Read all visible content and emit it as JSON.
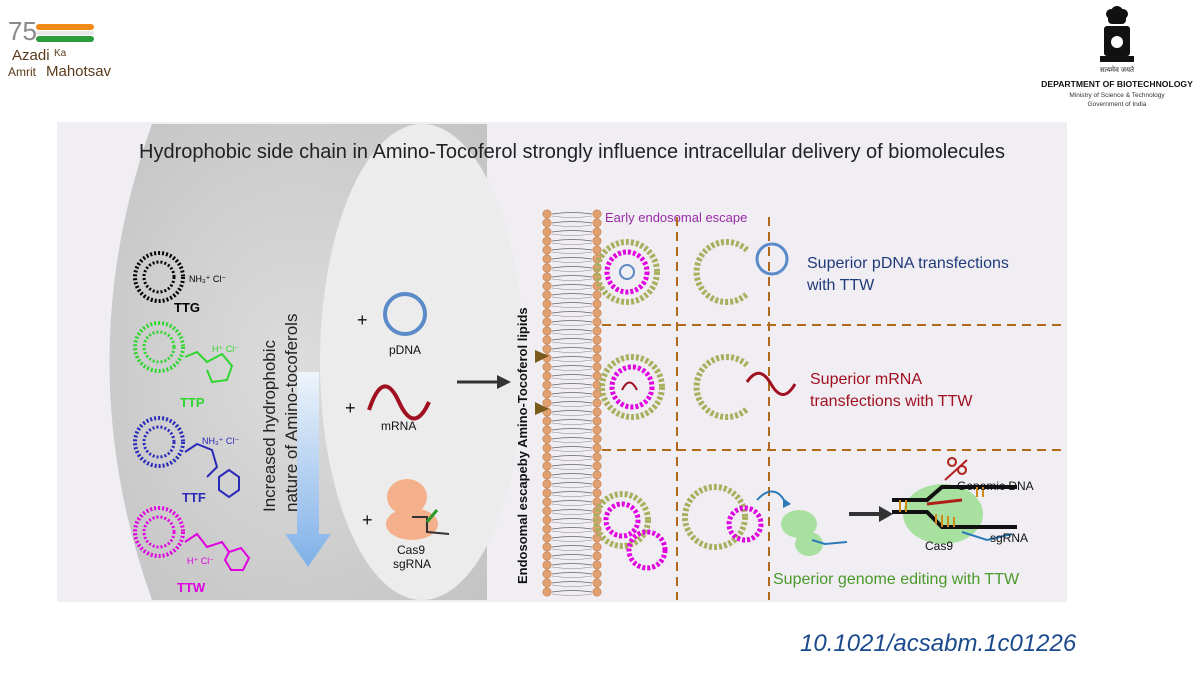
{
  "logos": {
    "akam": {
      "number": "75",
      "line1": "Azadi",
      "ka": "Ka",
      "amrit": "Amrit",
      "mahotsav": "Mahotsav"
    },
    "dbt": {
      "motto": "सत्यमेव जयते",
      "title": "DEPARTMENT OF BIOTECHNOLOGY",
      "ministry": "Ministry of Science & Technology",
      "government": "Government of India"
    }
  },
  "figure": {
    "title": "Hydrophobic side chain in Amino-Tocoferol strongly influence intracellular delivery of biomolecules",
    "lipids": [
      {
        "name": "TTG",
        "color": "#000000"
      },
      {
        "name": "TTP",
        "color": "#2fd62f"
      },
      {
        "name": "TTF",
        "color": "#2a2ab8"
      },
      {
        "name": "TTW",
        "color": "#e000e0"
      }
    ],
    "gradient_label_1": "Increased hydrophobic",
    "gradient_label_2": "nature of Amino-tocoferols",
    "cargo": {
      "pdna": "pDNA",
      "mrna": "mRNA",
      "cas9": "Cas9",
      "sgrna": "sgRNA",
      "plus": "+"
    },
    "membrane_label": "Endosomal escapeby Amino-Tocoferol lipids",
    "early_escape": "Early endosomal escape",
    "outcome_pdna_1": "Superior pDNA transfections",
    "outcome_pdna_2": "with TTW",
    "outcome_mrna_1": "Superior mRNA",
    "outcome_mrna_2": "transfections with TTW",
    "outcome_genome": "Superior genome editing with TTW",
    "genomic_dna": "Genomic DNA",
    "colors": {
      "pdna_text": "#1f3a7a",
      "mrna_text": "#a01020",
      "genome_text": "#4a9a2a",
      "escape_text": "#9a2aa8",
      "dash": "#b06a1a"
    }
  },
  "doi": "10.1021/acsabm.1c01226"
}
